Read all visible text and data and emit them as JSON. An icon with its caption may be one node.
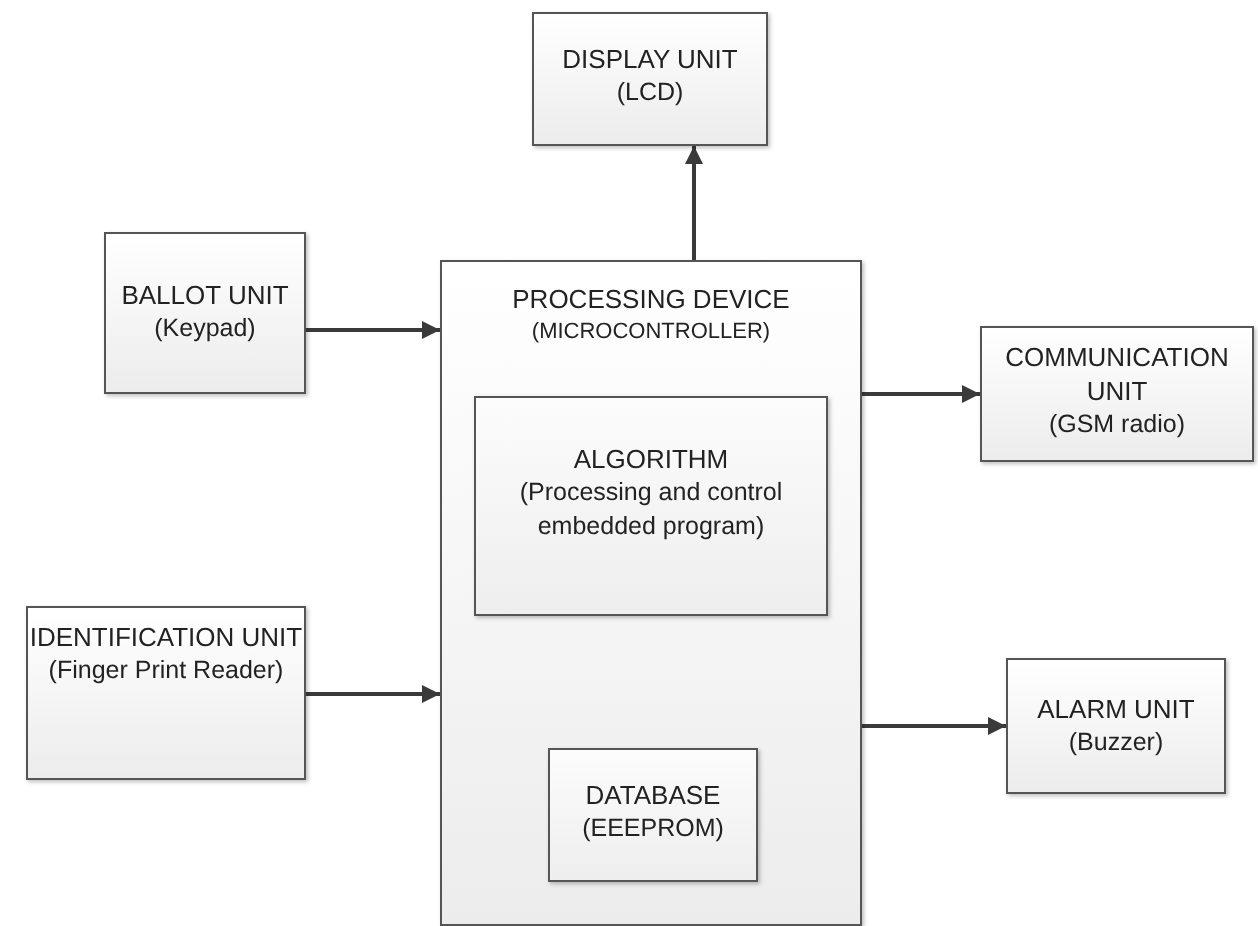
{
  "diagram": {
    "nodes": [
      {
        "text": [
          "DISPLAY UNIT",
          "(LCD)"
        ]
      },
      {
        "text": [
          "BALLOT UNIT",
          "(Keypad)"
        ]
      },
      {
        "text": [
          "PROCESSING DEVICE",
          "(MICROCONTROLLER)"
        ]
      },
      {
        "text": [
          "ALGORITHM",
          "(Processing and control embedded program)"
        ],
        "in": 2
      },
      {
        "text": [
          "COMMUNICATION UNIT",
          "(GSM radio)"
        ]
      },
      {
        "text": [
          "IDENTIFICATION UNIT",
          "(Finger Print Reader)"
        ]
      },
      {
        "text": [
          "ALARM UNIT",
          "(Buzzer)"
        ]
      },
      {
        "text": [
          "DATABASE",
          "(EEEPROM)"
        ],
        "in": 2
      }
    ],
    "edges": [
      {
        "from": 2,
        "to": 0,
        "arrow": "to"
      },
      {
        "from": 1,
        "to": 2,
        "arrow": "to"
      },
      {
        "from": 2,
        "to": 4,
        "arrow": "to"
      },
      {
        "from": 5,
        "to": 2,
        "arrow": "to"
      },
      {
        "from": 2,
        "to": 6,
        "arrow": "to"
      }
    ]
  }
}
